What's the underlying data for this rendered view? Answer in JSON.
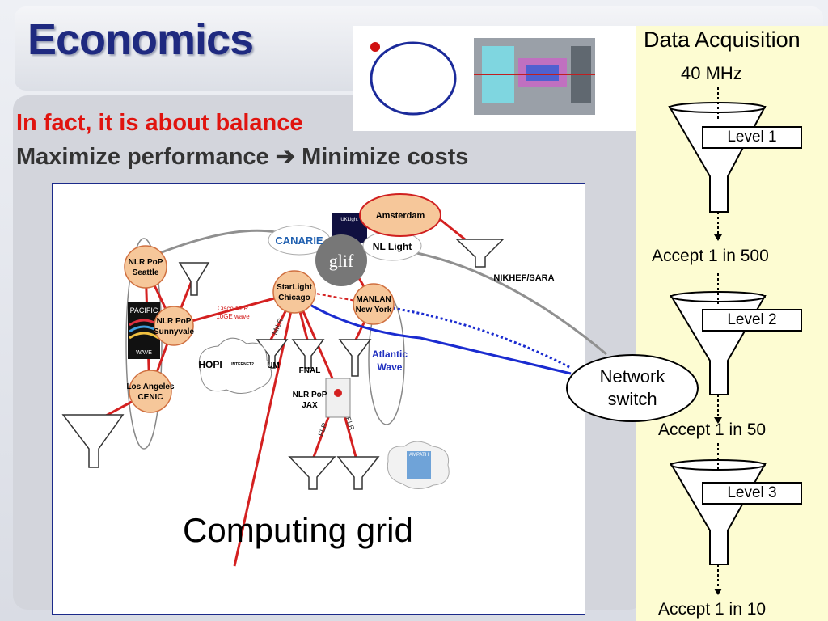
{
  "slide": {
    "title": "Economics",
    "subtitle_red": "In fact, it is about balance",
    "subtitle_dark": "Maximize performance ➔ Minimize costs"
  },
  "grid": {
    "label": "Computing grid",
    "nodes": {
      "nlr_seattle_1": "NLR PoP",
      "nlr_seattle_2": "Seattle",
      "nlr_sunnyvale_1": "NLR PoP",
      "nlr_sunnyvale_2": "Sunnyvale",
      "la_1": "Los Angeles",
      "la_2": "CENIC",
      "starlight_1": "StarLight",
      "starlight_2": "Chicago",
      "manlan_1": "MANLAN",
      "manlan_2": "New York",
      "amsterdam": "Amsterdam",
      "canarie": "CANARIE",
      "glif": "glif",
      "nl_light": "NL Light",
      "uklight": "UKLight",
      "hopi": "HOPI",
      "internet2": "INTERNET2",
      "um": "UM",
      "fnal": "FNAL",
      "nlr_jax_1": "NLR PoP",
      "nlr_jax_2": "JAX",
      "atlantic_1": "Atlantic",
      "atlantic_2": "Wave",
      "nikhef": "NIKHEF/SARA",
      "pacific": "PACIFIC",
      "wave": "WAVE",
      "ampath": "AMPATH",
      "cisco_1": "Cisco NLR",
      "cisco_2": "10GE wave",
      "milr": "MILR",
      "flr_1": "FLR",
      "flr_2": "FLR"
    }
  },
  "network_switch": {
    "line1": "Network",
    "line2": "switch"
  },
  "daq": {
    "title": "Data Acquisition",
    "rate": "40 MHz",
    "levels": [
      "Level 1",
      "Level 2",
      "Level 3"
    ],
    "accepts": [
      "Accept 1 in 500",
      "Accept 1 in 50",
      "Accept 1 in 10"
    ]
  },
  "colors": {
    "title": "#1f2a80",
    "subtitle_red": "#e0140f",
    "daq_background": "#fdfcd2",
    "link_red": "#d42020",
    "link_blue": "#1a2bd0",
    "node_fill": "#f6c79a"
  }
}
